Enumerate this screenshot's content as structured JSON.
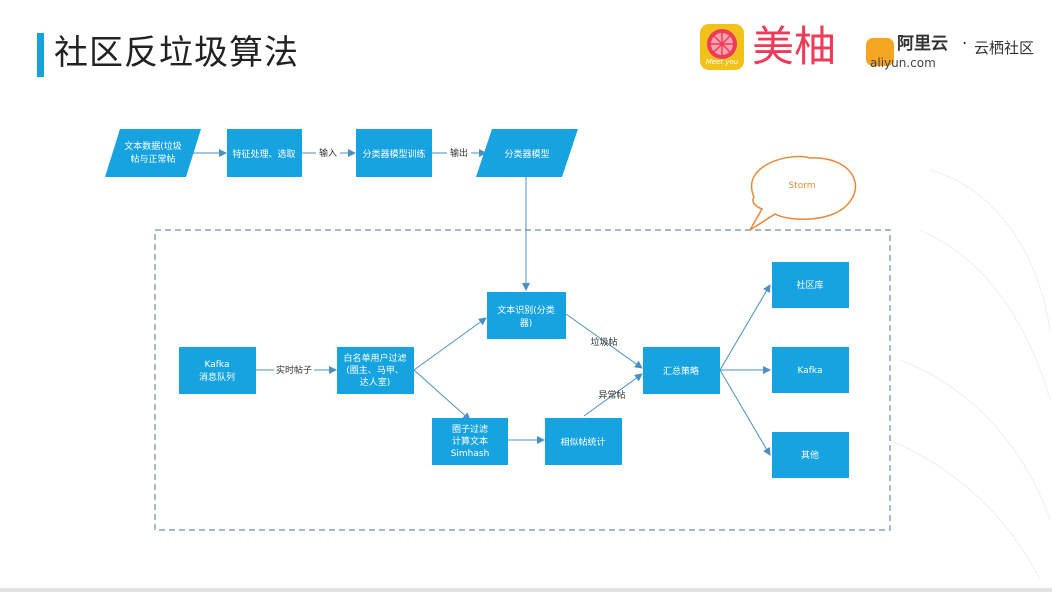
{
  "slide": {
    "title": "社区反垃圾算法",
    "logos": {
      "meiyou_tagline": "Meet you",
      "meiyou_name": "美柚",
      "aliyun_name": "阿里云",
      "aliyun_dot": "·",
      "aliyun_community": "云栖社区",
      "aliyun_domain": "aliyun.com"
    }
  },
  "colors": {
    "accent": "#17a2d8",
    "node": "#16a3e0",
    "storm": "#e8893a",
    "meiyou": "#ef3b5a",
    "aliyun": "#f5a623"
  },
  "diagram": {
    "nodes": {
      "text_data": [
        "文本数据(垃圾",
        "帖与正常帖"
      ],
      "feature": [
        "特征处理、选取"
      ],
      "classifier_train": [
        "分类器模型训练"
      ],
      "classifier_model": [
        "分类器模型"
      ],
      "kafka_queue": [
        "Kafka",
        "消息队列"
      ],
      "whitelist": [
        "白名单用户过滤",
        "(圈主、马甲、",
        "达人室)"
      ],
      "text_recog": [
        "文本识别(分类",
        "器)"
      ],
      "circle_filter": [
        "圈子过滤",
        "计算文本",
        "Simhash"
      ],
      "similar_stats": [
        "相似帖统计"
      ],
      "summary": [
        "汇总策略"
      ],
      "community_db": [
        "社区库"
      ],
      "kafka_out": [
        "Kafka"
      ],
      "other": [
        "其他"
      ]
    },
    "edge_labels": {
      "input": "输入",
      "output": "输出",
      "realtime": "实时帖子",
      "spam": "垃圾帖",
      "abnormal": "异常帖"
    },
    "storm_label": "Storm"
  }
}
